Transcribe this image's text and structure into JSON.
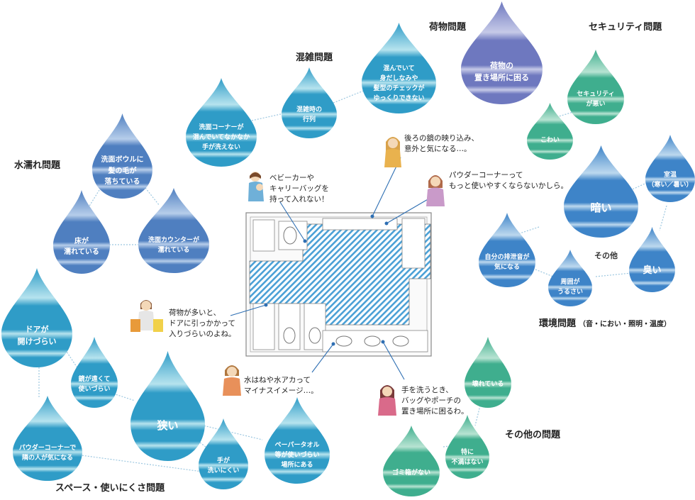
{
  "headings": {
    "water": "水濡れ問題",
    "crowd": "混雑問題",
    "luggage": "荷物問題",
    "security": "セキュリティ問題",
    "environment": "環境問題",
    "environment_sub": "（音・におい・照明・温度）",
    "other": "その他の問題",
    "space": "スペース・使いにくさ問題"
  },
  "drops": {
    "hair_bowl": "洗面ボウルに\n髪の毛が\n落ちている",
    "floor_wet": "床が\n濡れている",
    "counter_wet": "洗面カウンターが\n濡れている",
    "crowded_wash": "洗面コーナーが\n混んでいてなかなか\n手が洗えない",
    "queue": "混雑時の\n行列",
    "no_check": "混んでいて\n身だしなみや\n髪型のチェックが\nゆっくりできない",
    "luggage_place": "荷物の\n置き場所に困る",
    "security_bad": "セキュリティ\nが悪い",
    "scary": "こわい",
    "dark": "暗い",
    "temperature": "室温\n（寒い／暑い）",
    "smell": "臭い",
    "flush_sound": "自分の排泄音が\n気になる",
    "noisy": "周囲が\nうるさい",
    "env_other": "その他",
    "broken": "壊れている",
    "not_clean": "特に\n不満はない",
    "no_trash": "ゴミ箱がない",
    "door_hard": "ドアが\n開けづらい",
    "mirror_far": "鏡が遠くて\n使いづらい",
    "narrow": "狭い",
    "powder_neighbor": "パウダーコーナーで\n隣の人が気になる",
    "towel": "ペーパータオル\n等が使いづらい\n場所にある",
    "hand_wash": "手が\n洗いにくい"
  },
  "notes": {
    "stroller": "ベビーカーや\nキャリーバッグを\n持って入れない！",
    "mirror_back": "後ろの鏡の映り込み、\n意外と気になる…。",
    "powder": "パウダーコーナーって\nもっと使いやすくならないかしら。",
    "luggage_door": "荷物が多いと、\nドアに引っかかって\n入りづらいのよね。",
    "splash": "水はねや水アカって\nマイナスイメージ…。",
    "bag_place": "手を洗うとき、\nバッグやポーチの\n置き場所に困るわ。"
  },
  "colors": {
    "blue_dark": "#4f7fc0",
    "blue_light": "#b6cdea",
    "cyan_dark": "#2f9cc7",
    "cyan_light": "#b6e3ee",
    "purple_dark": "#6e78bf",
    "purple_light": "#c6cae8",
    "green_dark": "#3fae8e",
    "green_light": "#b7e3d2",
    "sky_dark": "#3e84c8",
    "sky_light": "#bcd8ee"
  }
}
